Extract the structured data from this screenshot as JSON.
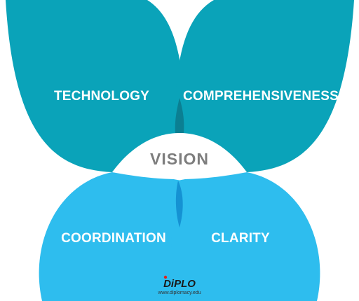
{
  "diagram": {
    "center": {
      "label": "VISION"
    },
    "petals": [
      {
        "id": "technology",
        "label": "TECHNOLOGY"
      },
      {
        "id": "comprehensiveness",
        "label": "COMPREHENSIVENESS"
      },
      {
        "id": "coordination",
        "label": "COORDINATION"
      },
      {
        "id": "clarity",
        "label": "CLARITY"
      }
    ]
  },
  "logo": {
    "name": "DiPLO",
    "url": "www.diplomacy.edu"
  },
  "colors": {
    "top_petal": "#0aa3b9",
    "bottom_petal": "#2ebdee",
    "top_overlap": "#0b7f92",
    "bottom_overlap": "#1592d3",
    "center_fill": "#ffffff",
    "center_text": "#7d7d7d",
    "label_text": "#ffffff",
    "logo_dot": "#e2231a"
  }
}
